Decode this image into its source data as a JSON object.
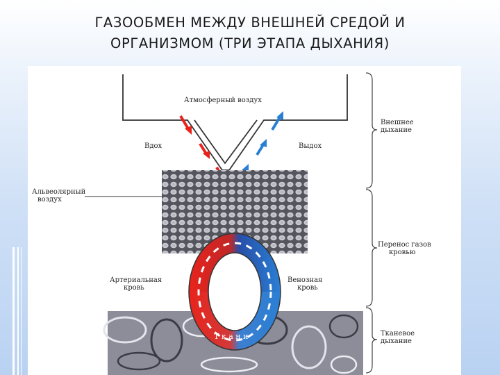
{
  "title": {
    "line1": "ГАЗООБМЕН МЕЖДУ ВНЕШНЕЙ СРЕДОЙ И",
    "line2": "ОРГАНИЗМОМ (ТРИ ЭТАПА ДЫХАНИЯ)"
  },
  "diagram": {
    "atmospheric_air": "Атмосферный воздух",
    "inhale": "Вдох",
    "exhale": "Выдох",
    "alveolar_air_1": "Альвеолярный",
    "alveolar_air_2": "воздух",
    "arterial_blood_1": "Артериальная",
    "arterial_blood_2": "кровь",
    "venous_blood_1": "Венозная",
    "venous_blood_2": "кровь",
    "tissues": "Т к а н и",
    "stage_external_1": "Внешнее",
    "stage_external_2": "дыхание",
    "stage_transport_1": "Перенос газов",
    "stage_transport_2": "кровью",
    "stage_tissue_1": "Тканевое",
    "stage_tissue_2": "дыхание"
  },
  "colors": {
    "arterial": "#e8231c",
    "venous": "#2a7fd4",
    "alveoli_bg": "#55555e",
    "alveoli_cell": "#c9c9d2"
  }
}
